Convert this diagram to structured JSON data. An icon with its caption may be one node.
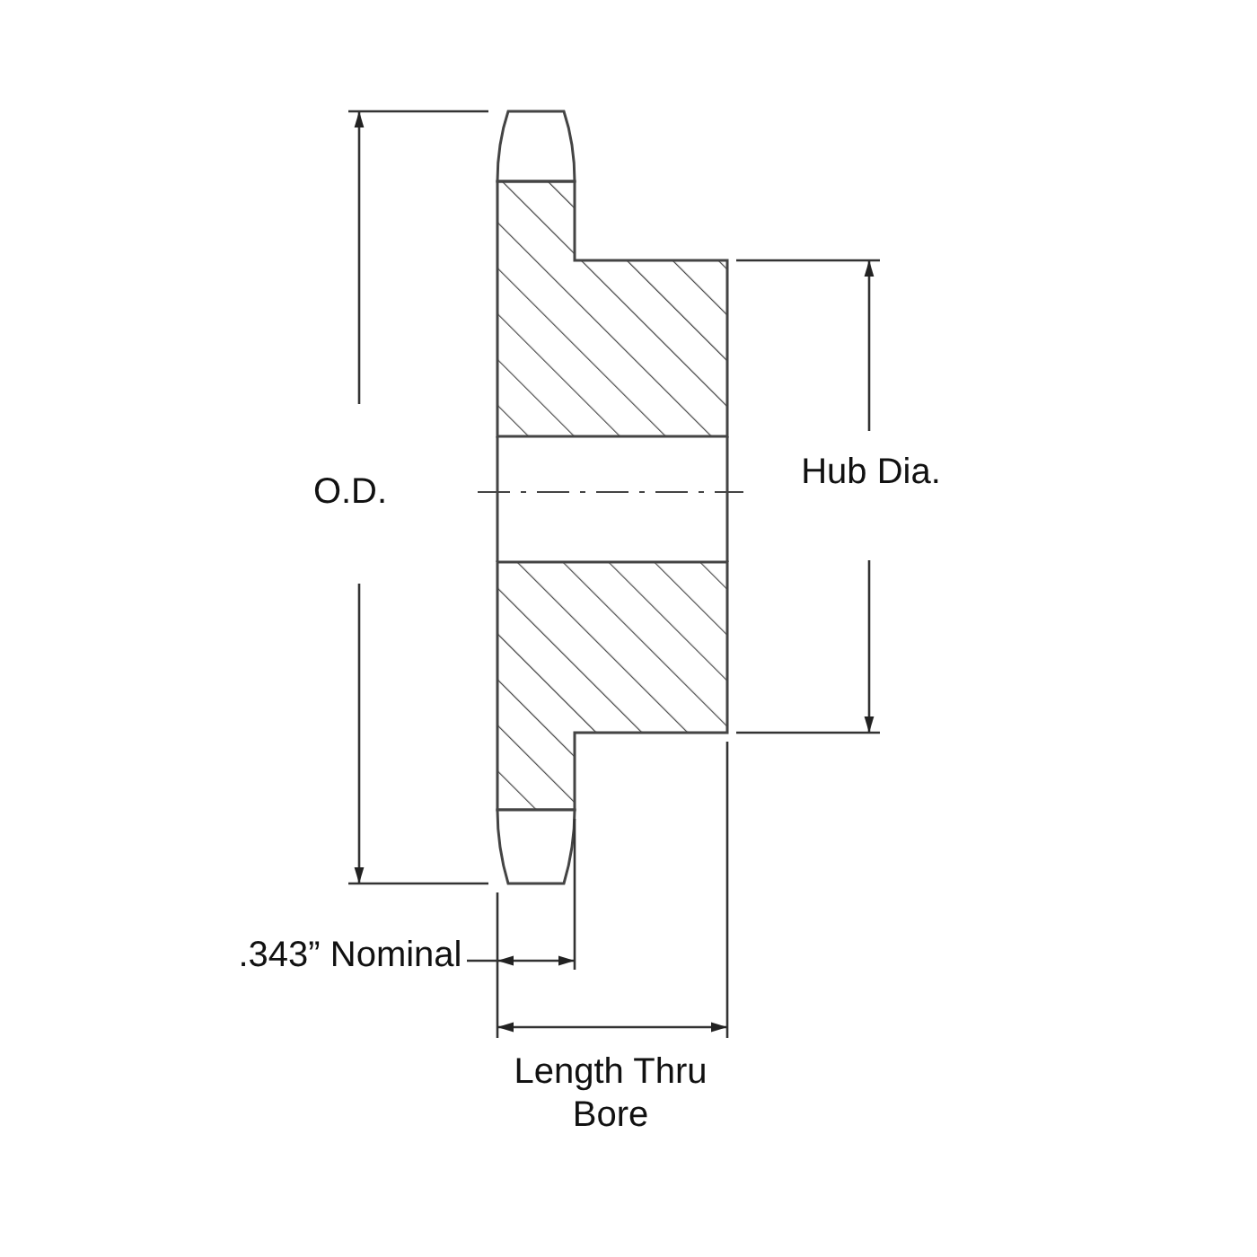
{
  "diagram": {
    "labels": [
      "O.D.",
      "Hub Dia.",
      ".343” Nominal",
      "Length Thru Bore"
    ]
  }
}
